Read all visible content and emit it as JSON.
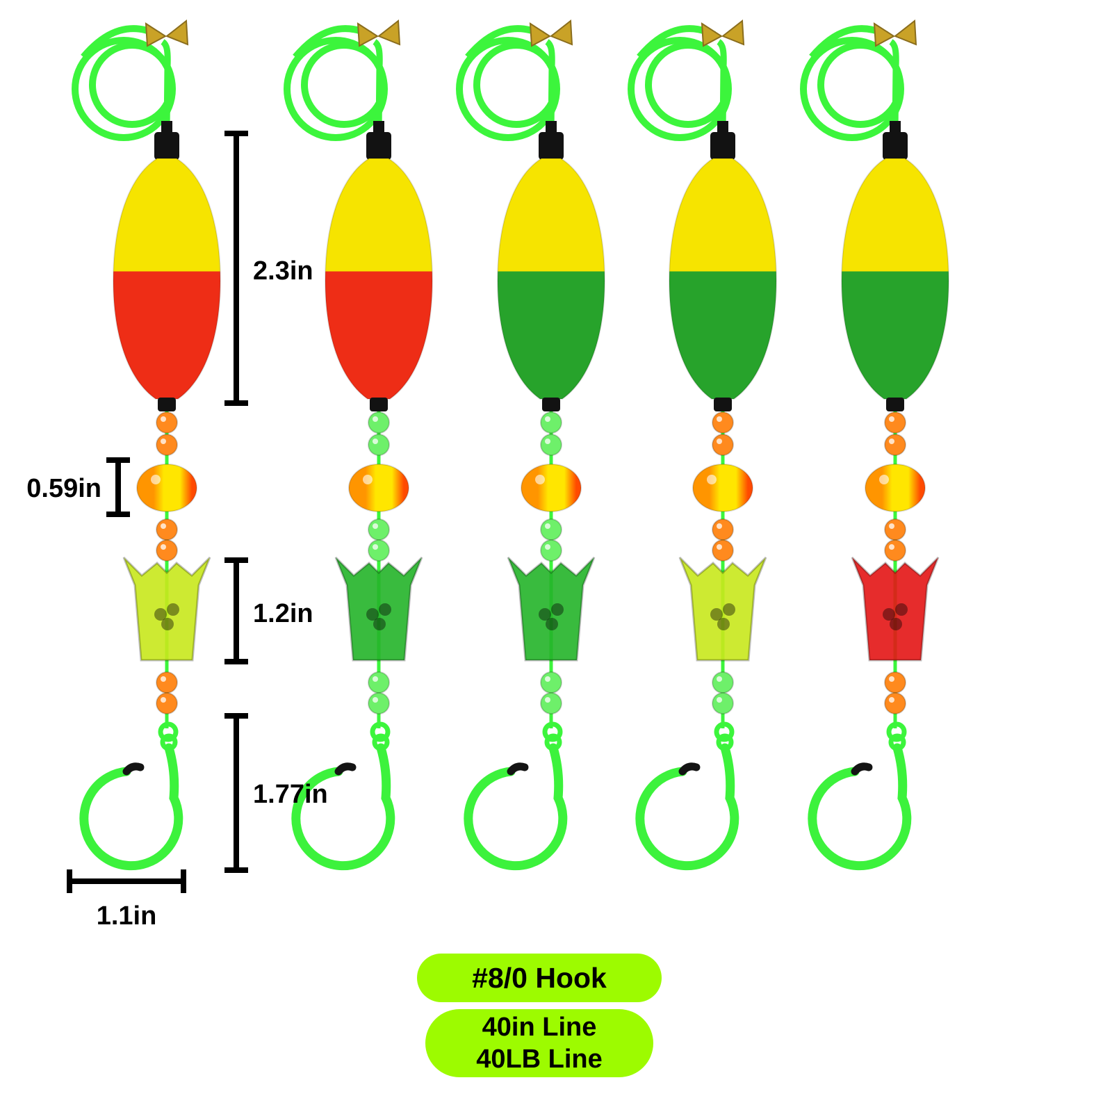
{
  "colors": {
    "background": "#ffffff",
    "line": "#3cf53c",
    "swivel": "#c9a227",
    "cap": "#121212",
    "float_top": "#f6e400",
    "hook": "#3cf23c",
    "hook_tip": "#141414",
    "badge_bg": "#9dfb00",
    "annotation": "#000000",
    "rattle_left": "#ff9500",
    "rattle_mid": "#ffe600",
    "rattle_right": "#ff4a00"
  },
  "rigs": [
    {
      "name": "rig-1-yellow-red-chartreuse-cone",
      "float_bottom": "#ee2d16",
      "beads_top": "#ff8a1e",
      "beads_bottom": "#ff8a1e",
      "cone": "#c8e81c"
    },
    {
      "name": "rig-2-yellow-red-green-cone",
      "float_bottom": "#ee2d16",
      "beads_top": "#6ef06a",
      "beads_bottom": "#6ef06a",
      "cone": "#23b429"
    },
    {
      "name": "rig-3-yellow-green-green-cone",
      "float_bottom": "#27a32b",
      "beads_top": "#6ef06a",
      "beads_bottom": "#6ef06a",
      "cone": "#23b429"
    },
    {
      "name": "rig-4-yellow-green-chartreuse-cone",
      "float_bottom": "#27a32b",
      "beads_top": "#ff8a1e",
      "beads_bottom": "#6ef06a",
      "cone": "#c8e81c"
    },
    {
      "name": "rig-5-yellow-green-red-cone",
      "float_bottom": "#27a32b",
      "beads_top": "#ff8a1e",
      "beads_bottom": "#ff8a1e",
      "cone": "#e31515"
    }
  ],
  "annotations": {
    "float_length": "2.3in",
    "rattle_length": "0.59in",
    "cone_length": "1.2in",
    "hook_length": "1.77in",
    "hook_width": "1.1in"
  },
  "badges": {
    "hook_size": "#8/0 Hook",
    "line_length": "40in Line",
    "line_strength": "40LB Line"
  }
}
